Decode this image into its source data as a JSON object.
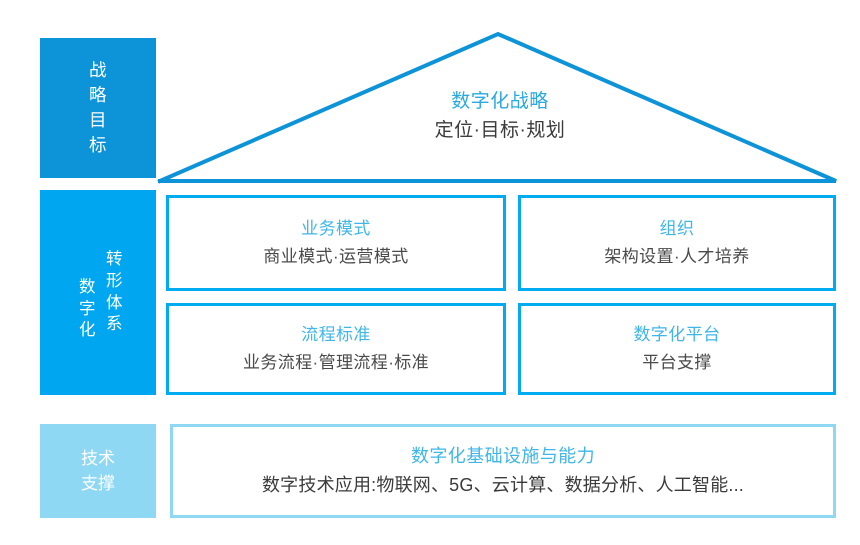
{
  "diagram": {
    "title_semantic": "digital-transformation-house-framework",
    "colors": {
      "primary_blue": "#0d93d7",
      "bright_blue": "#00a7f0",
      "light_blue": "#8ed8f4",
      "title_text_blue": "#3fb6e8",
      "body_text_gray": "#3b3b3b"
    }
  },
  "side_labels": {
    "strategy": {
      "chars": [
        "战",
        "略",
        "目",
        "标"
      ],
      "full": "战略目标"
    },
    "transformation": {
      "col_right_chars": [
        "转",
        "形",
        "体",
        "系"
      ],
      "col_left_chars": [
        "数",
        "字",
        "化"
      ],
      "full": "数字化转形体系"
    },
    "technology": {
      "lines": [
        "技术",
        "支撑"
      ],
      "full": "技术支撑"
    }
  },
  "roof": {
    "title": "数字化战略",
    "subtitle": "定位·目标·规划"
  },
  "boxes": [
    {
      "key": "business-model",
      "title": "业务模式",
      "subtitle": "商业模式·运营模式"
    },
    {
      "key": "organization",
      "title": "组织",
      "subtitle": "架构设置·人才培养"
    },
    {
      "key": "process-standard",
      "title": "流程标准",
      "subtitle": "业务流程·管理流程·标准"
    },
    {
      "key": "digital-platform",
      "title": "数字化平台",
      "subtitle": "平台支撑"
    }
  ],
  "foundation": {
    "title": "数字化基础设施与能力",
    "subtitle": "数字技术应用:物联网、5G、云计算、数据分析、人工智能..."
  }
}
